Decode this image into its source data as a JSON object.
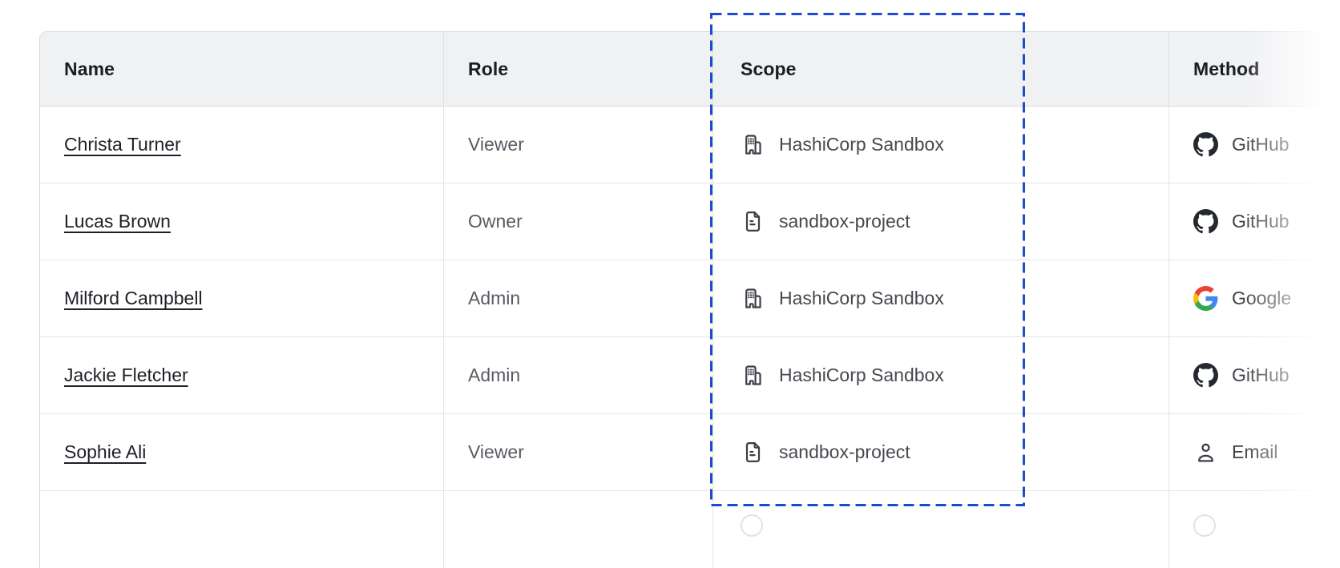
{
  "table": {
    "columns": [
      {
        "key": "name",
        "label": "Name"
      },
      {
        "key": "role",
        "label": "Role"
      },
      {
        "key": "scope",
        "label": "Scope"
      },
      {
        "key": "method",
        "label": "Method"
      }
    ],
    "rows": [
      {
        "name": "Christa Turner",
        "role": "Viewer",
        "scope": {
          "icon": "org-building-icon",
          "label": "HashiCorp Sandbox"
        },
        "method": {
          "icon": "github-icon",
          "label": "GitHub"
        }
      },
      {
        "name": "Lucas Brown",
        "role": "Owner",
        "scope": {
          "icon": "file-text-icon",
          "label": "sandbox-project"
        },
        "method": {
          "icon": "github-icon",
          "label": "GitHub"
        }
      },
      {
        "name": "Milford Campbell",
        "role": "Admin",
        "scope": {
          "icon": "org-building-icon",
          "label": "HashiCorp Sandbox"
        },
        "method": {
          "icon": "google-icon",
          "label": "Google"
        }
      },
      {
        "name": "Jackie Fletcher",
        "role": "Admin",
        "scope": {
          "icon": "org-building-icon",
          "label": "HashiCorp Sandbox"
        },
        "method": {
          "icon": "github-icon",
          "label": "GitHub"
        }
      },
      {
        "name": "Sophie Ali",
        "role": "Viewer",
        "scope": {
          "icon": "file-text-icon",
          "label": "sandbox-project"
        },
        "method": {
          "icon": "user-icon",
          "label": "Email"
        }
      }
    ],
    "partial_row_visible": true
  },
  "annotation": {
    "shape": "dashed-rectangle",
    "around": "Scope column",
    "color": "#1b4bd4"
  },
  "colors": {
    "header_bg": "#f0f1f3",
    "border": "#e3e5e8",
    "outer_border": "#d6d8dc",
    "header_text": "#1b1d22",
    "link_text": "#1d2026",
    "body_text": "#45494f",
    "muted_text": "#585c63",
    "icon": "#3b4047",
    "github_icon": "#24292f",
    "annotation_blue": "#1b4bd4"
  }
}
